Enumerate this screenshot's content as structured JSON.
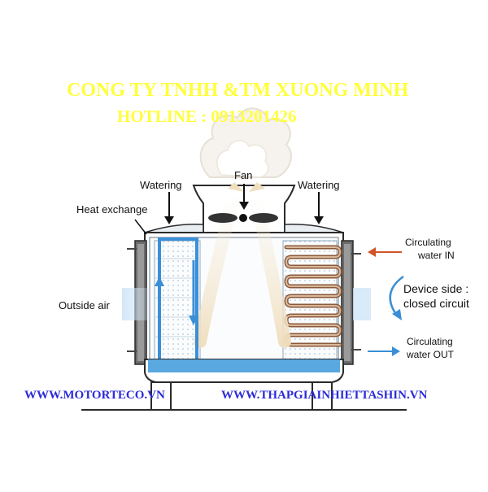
{
  "watermark": {
    "company": "CONG TY TNHH &TM XUONG MINH",
    "hotline": "HOTLINE : 0913201426",
    "color": "#ffff3c"
  },
  "labels": {
    "fan": "Fan",
    "watering_left": "Watering",
    "watering_right": "Watering",
    "heat_exchange": "Heat exchange",
    "outside_air": "Outside air",
    "circulating_in_1": "Circulating",
    "circulating_in_2": "water IN",
    "device_side_1": "Device side :",
    "device_side_2": "closed circuit",
    "circulating_out_1": "Circulating",
    "circulating_out_2": "water OUT"
  },
  "footer": {
    "left_url": "WWW.MOTORTECO.VN",
    "right_url": "WWW.THAPGIAINHIETTASHIN.VN",
    "color": "#2b2bd8"
  },
  "colors": {
    "water_in_arrow": "#d0542a",
    "water_out_arrow": "#3a8fd6",
    "basin_water": "#5aa8e0",
    "left_loop": "#3b8fd8",
    "coil": "#8a5a3c",
    "outline": "#2a2a2a"
  }
}
